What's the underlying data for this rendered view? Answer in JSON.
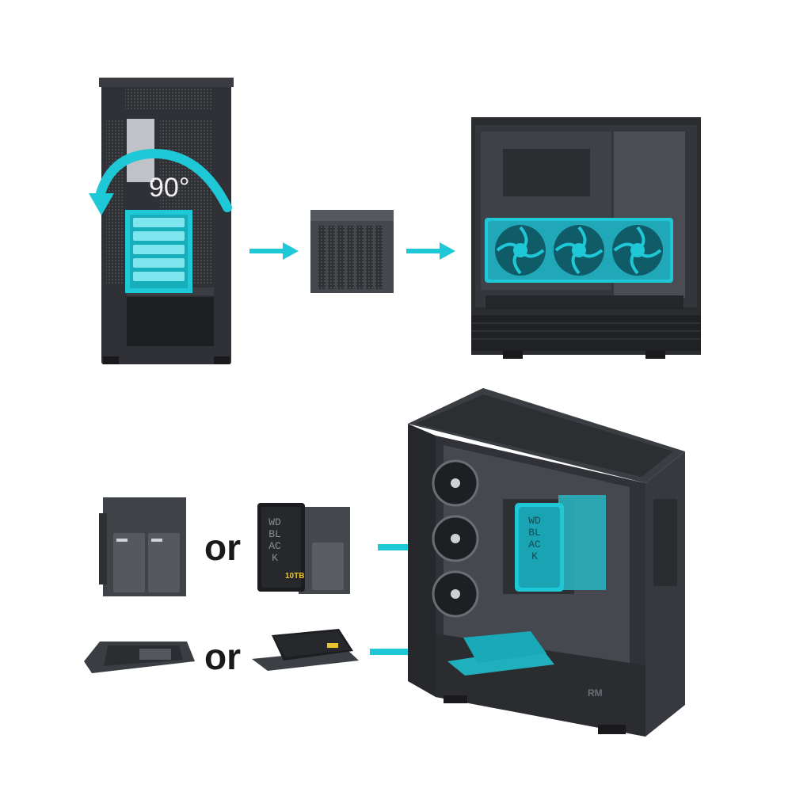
{
  "rotation_label": "90°",
  "or_labels": [
    "or",
    "or"
  ],
  "hdd_brand_vertical": "WD_BLACK",
  "hdd_brand_letters": [
    "W",
    "D",
    "B",
    "L",
    "A",
    "C",
    "K"
  ],
  "hdd_capacity": "10",
  "hdd_capacity_unit": "TB",
  "case_rear_mark": "RM",
  "colors": {
    "accent": "#1fc8d6",
    "case_dark": "#2b2d31",
    "case_mid": "#3d4046",
    "bracket": "#4a4d52",
    "text": "#1a1a1a"
  },
  "icons": [
    "rotate-arrow-icon",
    "right-arrow-icon",
    "fan-icon"
  ]
}
